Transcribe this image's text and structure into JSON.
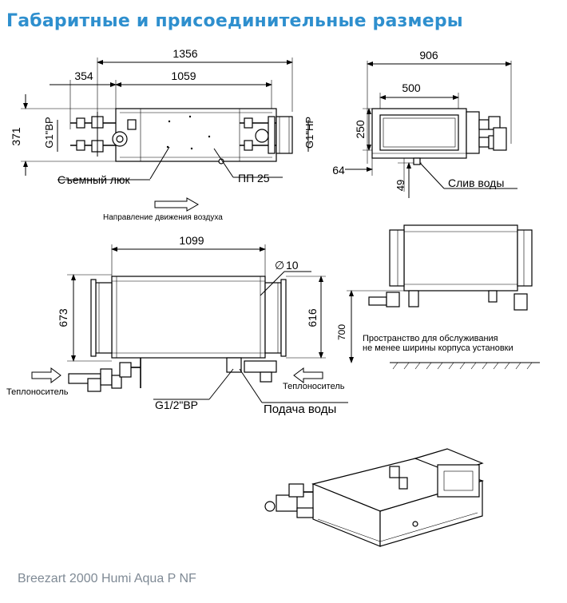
{
  "title": "Габаритные и присоединительные размеры",
  "footer": "Breezart 2000 Humi Aqua P NF",
  "top_view": {
    "dim_total": "1356",
    "dim_left": "354",
    "dim_body": "1059",
    "dim_height": "371",
    "thread_left": "G1\"ВР",
    "thread_right": "G1\"НР",
    "hatch_label": "Съемный люк",
    "drain_label": "ПП 25",
    "airflow_label": "Направление движения воздуха"
  },
  "side_view": {
    "dim_width": "906",
    "dim_inner": "500",
    "dim_height": "250",
    "dim_offset": "64",
    "dim_drain": "49",
    "drain_label": "Слив воды"
  },
  "front_view": {
    "dim_width": "1099",
    "dim_height_total": "673",
    "dim_height_inner": "616",
    "dim_hole": "10",
    "coolant_left": "Теплоноситель",
    "coolant_right": "Теплоноситель",
    "thread_water": "G1/2\"ВР",
    "water_label": "Подача воды"
  },
  "install_view": {
    "dim_height": "700",
    "service_note_1": "Пространство для обслуживания",
    "service_note_2": "не менее ширины корпуса установки"
  }
}
